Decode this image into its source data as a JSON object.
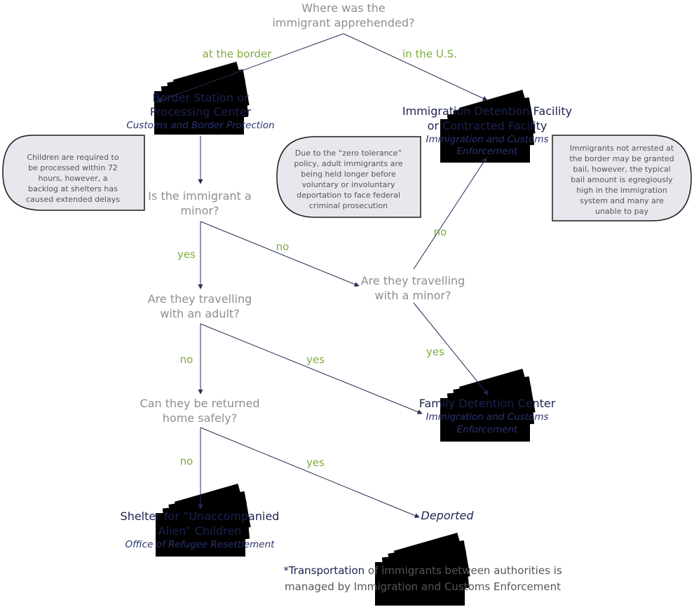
{
  "questions": {
    "where_1": "Where was the",
    "where_2": "immigrant apprehended?",
    "minor_1": "Is the immigrant a",
    "minor_2": "minor?",
    "with_adult_1": "Are they travelling",
    "with_adult_2": "with an adult?",
    "with_minor_1": "Are they travelling",
    "with_minor_2": "with a minor?",
    "return_1": "Can they be returned",
    "return_2": "home safely?"
  },
  "edges": {
    "at_border": "at the border",
    "in_us": "in the U.S.",
    "minor_yes": "yes",
    "minor_no": "no",
    "with_minor_no": "no",
    "with_minor_yes": "yes",
    "with_adult_no": "no",
    "with_adult_yes": "yes",
    "return_no": "no",
    "return_yes": "yes"
  },
  "nodes": {
    "border_station": {
      "title_1": "Border Station or",
      "title_2": "Processing Center",
      "agency": "Customs and Border Protection"
    },
    "detention_facility": {
      "title_1": "Immigration Detention Facility",
      "title_2": "or Contracted Facility",
      "agency_1": "Immigration and Customs",
      "agency_2": "Enforcement"
    },
    "family_center": {
      "title": "Family Detention Center",
      "agency_1": "Immigration and Customs",
      "agency_2": "Enforcement"
    },
    "shelter": {
      "title_1": "Shelter for “Unaccompanied",
      "title_2": "Alien” Children",
      "agency": "Office of Refugee Resettlement"
    },
    "deported": {
      "title": "Deported"
    }
  },
  "notes": {
    "children": [
      "Children are required to",
      "be processed within 72",
      "hours, however, a",
      "backlog at shelters has",
      "caused extended delays"
    ],
    "zero_tolerance": [
      "Due to the “zero tolerance”",
      "policy, adult immigrants are",
      "being held longer before",
      "voluntary or involuntary",
      "deportation to face federal",
      "criminal prosecution"
    ],
    "bail": [
      "Immigrants not arrested at",
      "the border may be granted",
      "bail, however, the typical",
      "bail amount is egregiously",
      "high in the immigration",
      "system and many are",
      "unable to pay"
    ]
  },
  "footnote": {
    "star": "*Transportation",
    "line_1_rest": " of immigrants between authorities is",
    "line_2": "managed by Immigration and Customs Enforcement"
  },
  "colors": {
    "question_text": "#8e8e8e",
    "edge_label": "#7fac3c",
    "node_text": "#1c2251",
    "connector": "#272a55",
    "money_fill": "#e3efcd",
    "money_stroke": "#98bf65",
    "note_fill": "#e7e7ee"
  },
  "icons": [
    "money-stack-icon",
    "speech-bubble"
  ]
}
